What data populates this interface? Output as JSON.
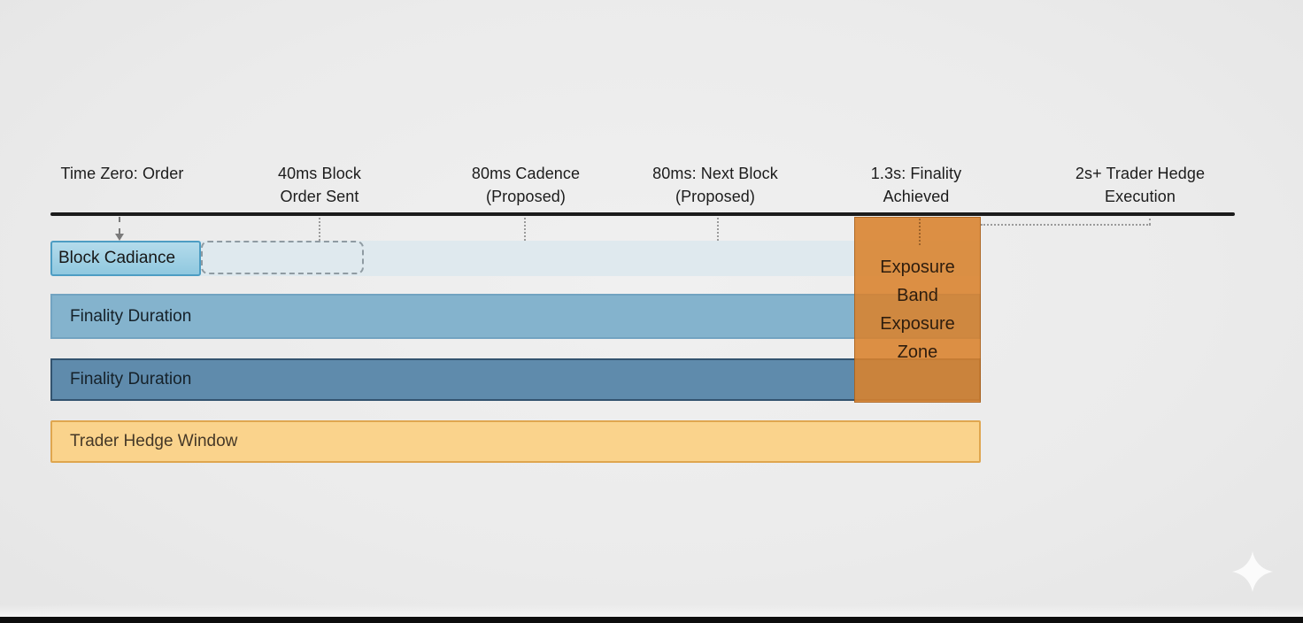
{
  "diagram": {
    "type": "timeline",
    "markers": [
      {
        "line1": "Time Zero: Order",
        "line2": ""
      },
      {
        "line1": "40ms Block",
        "line2": "Order Sent"
      },
      {
        "line1": "80ms Cadence",
        "line2": "(Proposed)"
      },
      {
        "line1": "80ms: Next Block",
        "line2": "(Proposed)"
      },
      {
        "line1": "1.3s: Finality",
        "line2": "Achieved"
      },
      {
        "line1": "2s+ Trader Hedge",
        "line2": "Execution"
      }
    ],
    "bars": {
      "block_cadence": {
        "label": "Block Cadiance"
      },
      "finality_upper": {
        "label": "Finality Duration"
      },
      "finality_lower": {
        "label": "Finality Duration"
      },
      "trader_hedge": {
        "label": "Trader Hedge Window"
      }
    },
    "exposure_zone": {
      "line1": "Exposure",
      "line2": "Band",
      "line3": "Exposure",
      "line4": "Zone"
    }
  },
  "colors": {
    "background": "#EBEBEB",
    "axis_line": "#1B1B1B",
    "marker_text": "#1C1C1C",
    "cadence_track_fill": "#DFE9EE",
    "cadence_box_fill": "#9ECFE3",
    "cadence_box_border": "#4D9DC3",
    "finality_upper_fill": "#84B3CD",
    "finality_upper_border": "#72A3C1",
    "finality_lower_fill": "#5F8BAC",
    "finality_lower_border": "#33536F",
    "hedge_fill": "#FAD38C",
    "hedge_border": "#DFA64F",
    "exposure_fill": "#D9822C",
    "tick_gray": "#9A9A9A",
    "bottom_bar": "#0D0D0D",
    "sparkle": "#FBFBFB"
  },
  "icons": {
    "sparkle": "four-point-star"
  }
}
